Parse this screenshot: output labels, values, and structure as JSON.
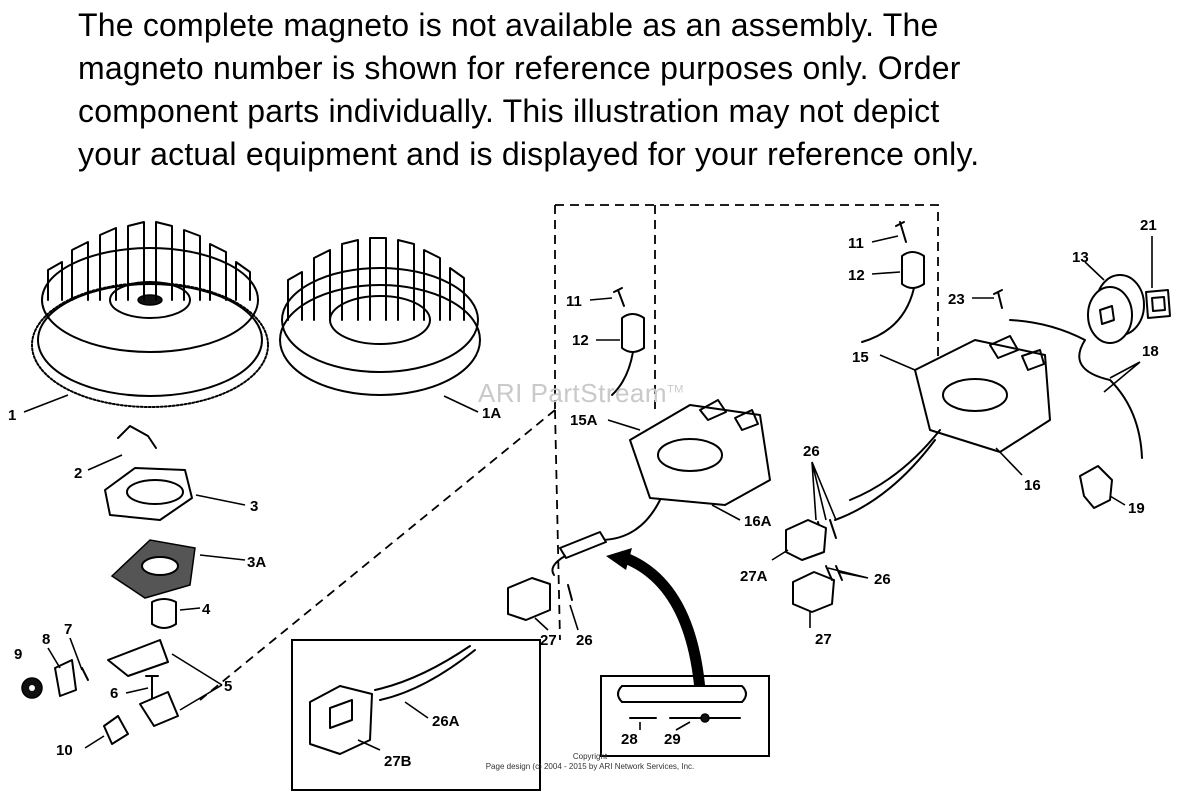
{
  "notice": {
    "line1": "The complete magneto is not available as an assembly.  The",
    "line2": "magneto number is shown for reference purposes only. Order",
    "line3": "component parts individually.  This illustration may not depict",
    "line4": "your actual equipment and is displayed for your reference only."
  },
  "watermark": {
    "text": "ARI PartStream",
    "mark": "TM"
  },
  "copyright": {
    "line1": "Copyright",
    "line2": "Page design (c) 2004 - 2015 by ARI Network Services, Inc."
  },
  "callouts": {
    "p1": "1",
    "p1a": "1A",
    "p2": "2",
    "p3": "3",
    "p3a": "3A",
    "p4": "4",
    "p5": "5",
    "p6": "6",
    "p7": "7",
    "p8": "8",
    "p9": "9",
    "p10": "10",
    "p11a": "11",
    "p12a": "12",
    "p15a": "15A",
    "p16a": "16A",
    "p26a": "26",
    "p27a": "27",
    "p26aa": "26A",
    "p27b": "27B",
    "p28": "28",
    "p29": "29",
    "p11b": "11",
    "p12b": "12",
    "p15": "15",
    "p16": "16",
    "p26b": "26",
    "p27ab": "27A",
    "p26c": "26",
    "p27b2": "27",
    "p23": "23",
    "p13": "13",
    "p21": "21",
    "p18": "18",
    "p19": "19"
  }
}
